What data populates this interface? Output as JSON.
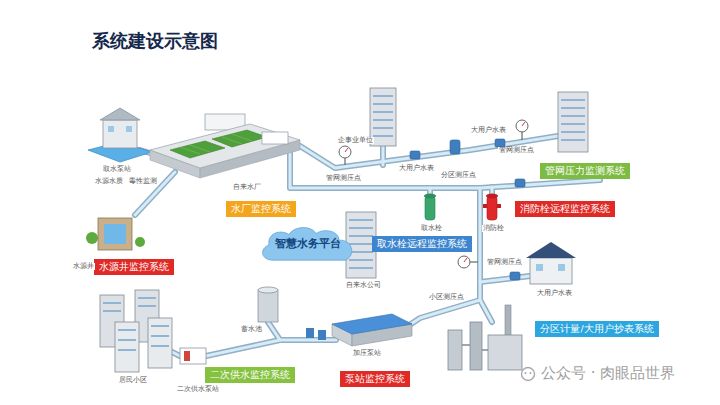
{
  "diagram": {
    "title": "系统建设示意图",
    "nodes": [
      {
        "text": [
          "管网压力监测系统"
        ]
      },
      {
        "text": [
          "水厂监控系统"
        ]
      },
      {
        "text": [
          "消防栓远程监控系统"
        ]
      },
      {
        "text": [
          "智慧水务平台"
        ]
      },
      {
        "text": [
          "取水栓远程监控系统"
        ]
      },
      {
        "text": [
          "水源井监控系统"
        ]
      },
      {
        "text": [
          "分区计量/大用户抄表系统"
        ]
      },
      {
        "text": [
          "二次供水监控系统"
        ]
      },
      {
        "text": [
          "泵站监控系统"
        ]
      }
    ],
    "labels": [
      "取水泵站",
      "水源水质",
      "毒性监测",
      "自来水厂",
      "水源井",
      "企事业单位",
      "大用户水表",
      "分区测压点",
      "大用户水表",
      "管网测压点",
      "管网测压点",
      "取水栓",
      "消防栓",
      "自来水公司",
      "管网测压点",
      "大用户水表",
      "小区测压点",
      "蓄水池",
      "居民小区",
      "二次供水泵站",
      "加压泵站",
      "公众号 · 肉眼品世界"
    ]
  }
}
